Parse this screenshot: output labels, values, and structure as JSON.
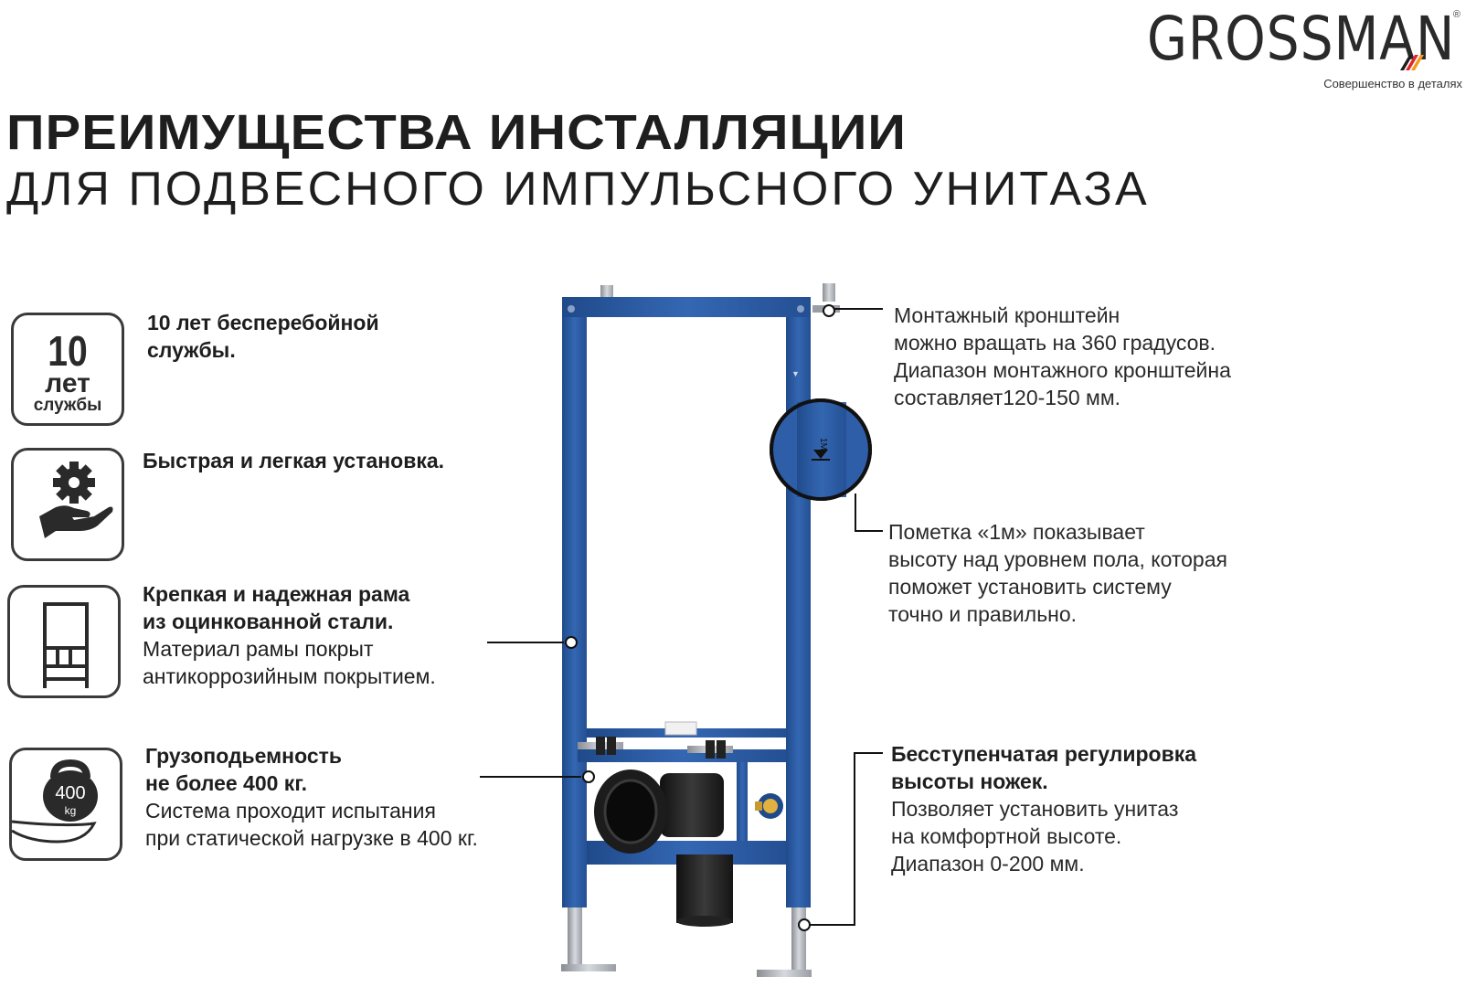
{
  "brand": {
    "logo_text": "GROSSMAN",
    "registered": "®",
    "tagline": "Совершенство в деталях"
  },
  "title": {
    "line1": "ПРЕИМУЩЕСТВА ИНСТАЛЛЯЦИИ",
    "line2": "ДЛЯ ПОДВЕСНОГО ИМПУЛЬСНОГО УНИТАЗА"
  },
  "badges": {
    "years": {
      "number": "10",
      "unit": "лет",
      "caption": "службы",
      "icon": "ten-years-badge-icon"
    },
    "install": {
      "icon": "hand-gear-icon"
    },
    "frame": {
      "icon": "frame-icon"
    },
    "load": {
      "weight": "400",
      "unit": "kg",
      "icon": "kettlebell-icon"
    }
  },
  "features": {
    "years": {
      "bold": [
        "10 лет бесперебойной",
        "службы."
      ]
    },
    "install": {
      "bold": [
        "Быстрая и легкая установка."
      ]
    },
    "frame": {
      "bold": [
        "Крепкая и надежная рама",
        "из оцинкованной стали."
      ],
      "normal": [
        "Материал рамы покрыт",
        "антикоррозийным покрытием."
      ]
    },
    "load": {
      "bold": [
        "Грузоподьемность",
        "не более 400 кг."
      ],
      "normal": [
        "Система проходит испытания",
        "при статической нагрузке в 400 кг."
      ]
    }
  },
  "callouts": {
    "bracket": {
      "normal": [
        "Монтажный кронштейн",
        "можно вращать на 360 градусов.",
        "Диапазон монтажного кронштейна",
        "составляет120-150 мм."
      ]
    },
    "mark": {
      "normal": [
        "Пометка «1м» показывает",
        "высоту над уровнем пола, которая",
        "поможет установить систему",
        "точно и правильно."
      ]
    },
    "legs": {
      "bold": [
        "Бесступенчатая регулировка",
        "высоты ножек."
      ],
      "normal": [
        "Позволяет установить унитаз",
        "на комфортной высоте.",
        "Диапазон 0-200 мм."
      ]
    }
  },
  "frame_marks": {
    "zoom_label": "1M"
  },
  "colors": {
    "frame_blue": "#2e5ea8",
    "frame_blue_dark": "#1f4a8a",
    "text": "#1e1e1e",
    "badge_border": "#3a3a3a",
    "logo_stripe_red": "#e3262b",
    "logo_stripe_orange": "#f39c1c",
    "pipe_black": "#1c1c1c"
  }
}
